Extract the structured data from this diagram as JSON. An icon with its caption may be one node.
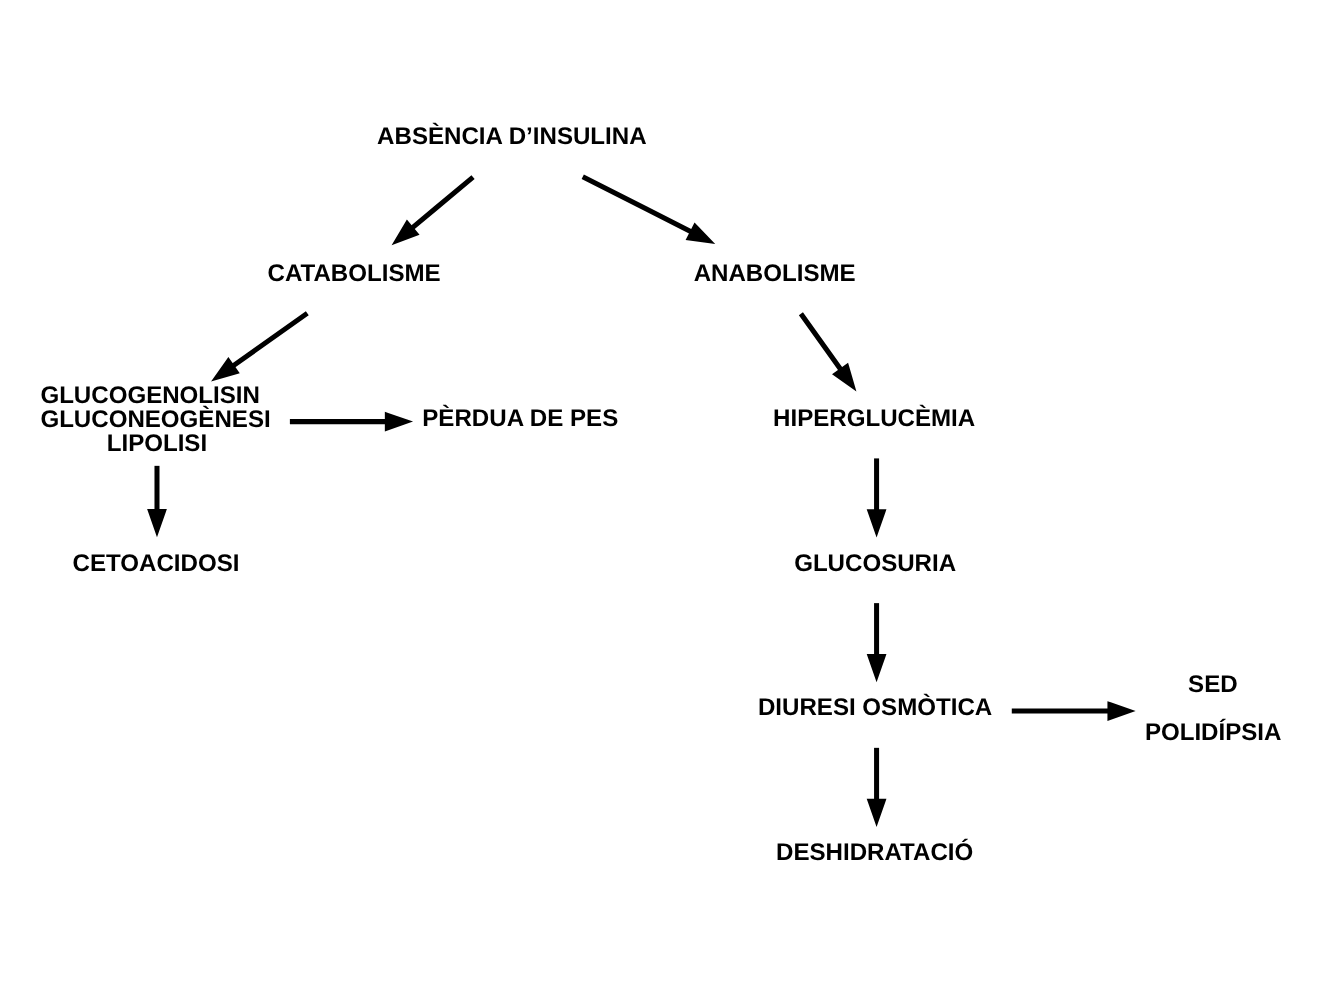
{
  "diagram": {
    "nodes": [
      {
        "text": [
          "ABSÈNCIA D’INSULINA"
        ]
      },
      {
        "text": [
          "CATABOLISME"
        ]
      },
      {
        "text": [
          "ANABOLISME"
        ]
      },
      {
        "text": [
          "HIPERGLUCÈMIA"
        ]
      },
      {
        "text": [
          "GLUCOGENOLISIN GLUCONEOGÈNESI LIPOLISI"
        ]
      },
      {
        "text": [
          "PÈRDUA DE PES"
        ]
      },
      {
        "text": [
          "GLUCOSURIA"
        ]
      },
      {
        "text": [
          "SED",
          "POLIDÍPSIA"
        ]
      },
      {
        "text": [
          "DIURESI OSMÒTICA"
        ]
      },
      {
        "text": [
          "CETOACIDOSI"
        ]
      },
      {
        "text": [
          "DESHIDRATACIÓ"
        ]
      }
    ],
    "edges": [
      {
        "from": 0,
        "to": 1,
        "arrow": "to"
      },
      {
        "from": 0,
        "to": 2,
        "arrow": "to"
      },
      {
        "from": 1,
        "to": 4,
        "arrow": "to"
      },
      {
        "from": 4,
        "to": 5,
        "arrow": "to"
      },
      {
        "from": 4,
        "to": 9,
        "arrow": "to"
      },
      {
        "from": 2,
        "to": 3,
        "arrow": "to"
      },
      {
        "from": 3,
        "to": 6,
        "arrow": "to"
      },
      {
        "from": 6,
        "to": 8,
        "arrow": "to"
      },
      {
        "from": 8,
        "to": 7,
        "arrow": "to"
      },
      {
        "from": 8,
        "to": 10,
        "arrow": "to"
      }
    ]
  }
}
